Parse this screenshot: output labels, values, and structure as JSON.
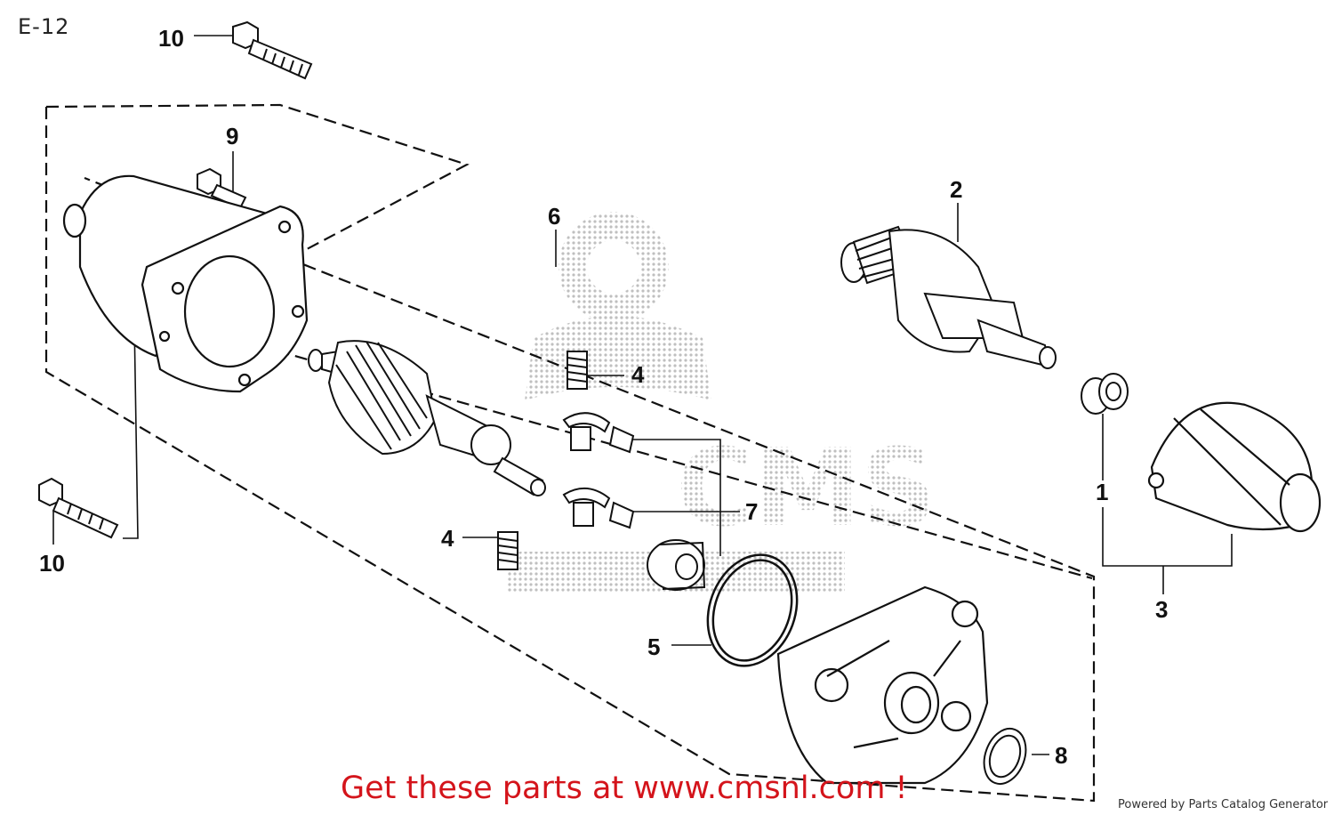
{
  "header": {
    "page_code": "E-12"
  },
  "callouts": [
    {
      "id": "c10a",
      "label": "10"
    },
    {
      "id": "c9",
      "label": "9"
    },
    {
      "id": "c6",
      "label": "6"
    },
    {
      "id": "c2",
      "label": "2"
    },
    {
      "id": "c4a",
      "label": "4"
    },
    {
      "id": "c7",
      "label": "7"
    },
    {
      "id": "c4b",
      "label": "4"
    },
    {
      "id": "c1",
      "label": "1"
    },
    {
      "id": "c3",
      "label": "3"
    },
    {
      "id": "c10b",
      "label": "10"
    },
    {
      "id": "c5",
      "label": "5"
    },
    {
      "id": "c8",
      "label": "8"
    }
  ],
  "footer": {
    "promo_text": "Get these parts at www.cmsnl.com !",
    "credit_text": "Powered by Parts Catalog Generator"
  },
  "colors": {
    "ink": "#111111",
    "promo": "#d4141b",
    "watermark": "#9a9a9a"
  },
  "watermark": {
    "text": "CMS"
  }
}
